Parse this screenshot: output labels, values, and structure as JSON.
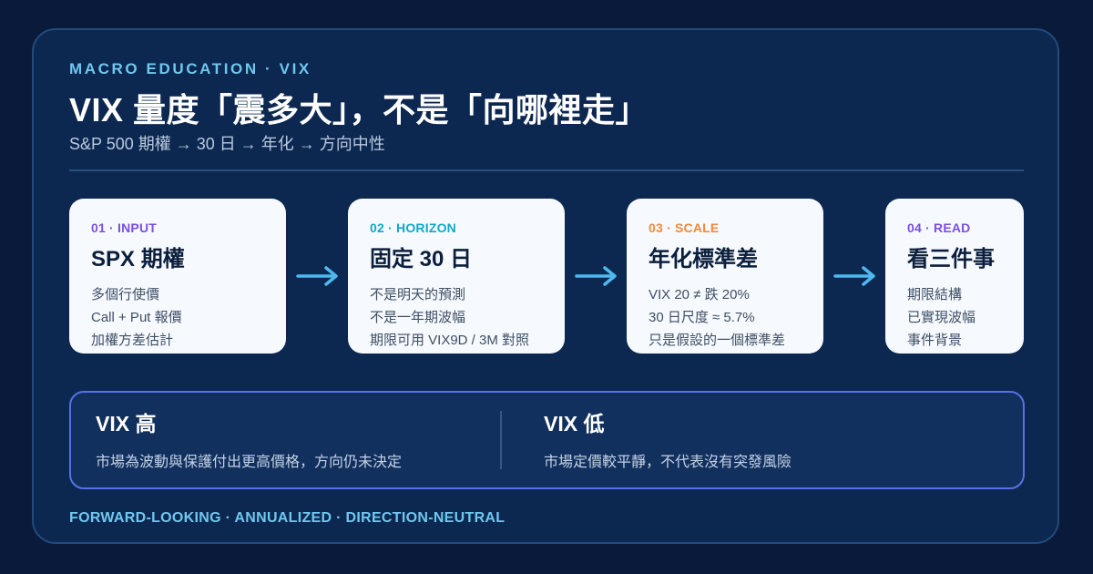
{
  "header": {
    "eyebrow": "MACRO EDUCATION · VIX",
    "title": "VIX 量度「震多大」，不是「向哪裡走」",
    "subtitle": "S&P 500 期權 → 30 日 → 年化 → 方向中性"
  },
  "cards": [
    {
      "tag": "01 · INPUT",
      "tag_color": "#7b4fe0",
      "title": "SPX 期權",
      "lines": [
        "多個行使價",
        "Call + Put 報價",
        "加權方差估計"
      ]
    },
    {
      "tag": "02 · HORIZON",
      "tag_color": "#10a9c9",
      "title": "固定 30 日",
      "lines": [
        "不是明天的預測",
        "不是一年期波幅",
        "期限可用 VIX9D / 3M 對照"
      ]
    },
    {
      "tag": "03 · SCALE",
      "tag_color": "#f5893a",
      "title": "年化標準差",
      "lines": [
        "VIX 20 ≠ 跌 20%",
        "30 日尺度 ≈ 5.7%",
        "只是假設的一個標準差"
      ]
    },
    {
      "tag": "04 · READ",
      "tag_color": "#7b4fe0",
      "title": "看三件事",
      "lines": [
        "期限結構",
        "已實現波幅",
        "事件背景"
      ]
    }
  ],
  "compare": {
    "high": {
      "title": "VIX 高",
      "body": "市場為波動與保護付出更高價格，方向仍未決定"
    },
    "low": {
      "title": "VIX 低",
      "body": "市場定價較平靜，不代表沒有突發風險"
    }
  },
  "footer": "FORWARD-LOOKING · ANNUALIZED · DIRECTION-NEUTRAL",
  "colors": {
    "background": "#0a1a3a",
    "panel": "#0d2850",
    "accent_cyan": "#6fc7ef",
    "arrow": "#4fb8ee",
    "compare_border": "#5672e6"
  }
}
